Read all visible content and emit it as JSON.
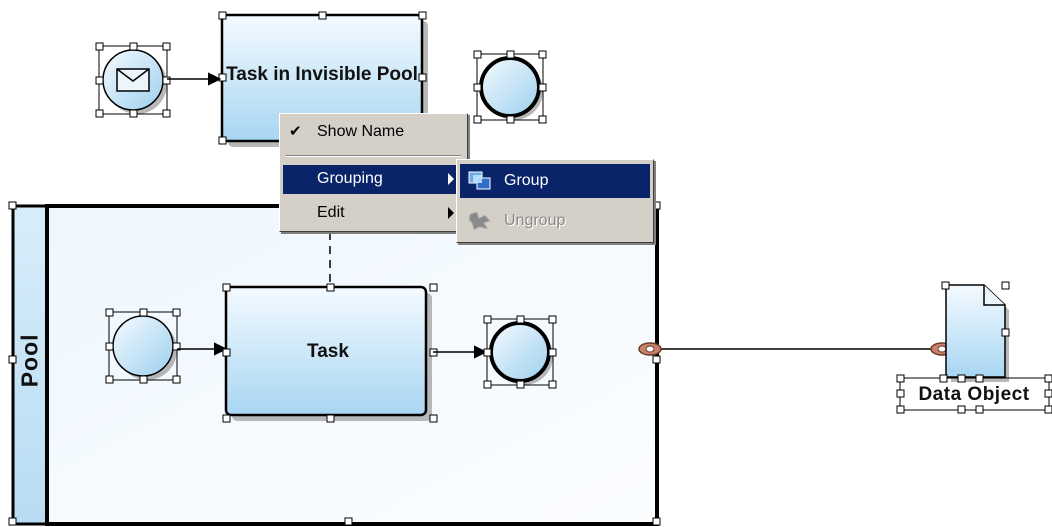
{
  "diagram": {
    "task_invisible_label": "Task in Invisible Pool",
    "task_label": "Task",
    "pool_label": "Pool",
    "data_object_label": "Data Object"
  },
  "context_menu": {
    "show_name": "Show Name",
    "show_name_checked": true,
    "grouping": "Grouping",
    "edit": "Edit"
  },
  "submenu": {
    "group": "Group",
    "ungroup": "Ungroup",
    "group_icon": "group-icon",
    "ungroup_icon": "ungroup-icon"
  },
  "colors": {
    "shape_fill_top": "#f2f9ff",
    "shape_fill_bottom": "#a9d7f2",
    "menu_bg": "#d4d0c8",
    "menu_highlight": "#0a246a",
    "connector_marker": "#c9826a"
  }
}
